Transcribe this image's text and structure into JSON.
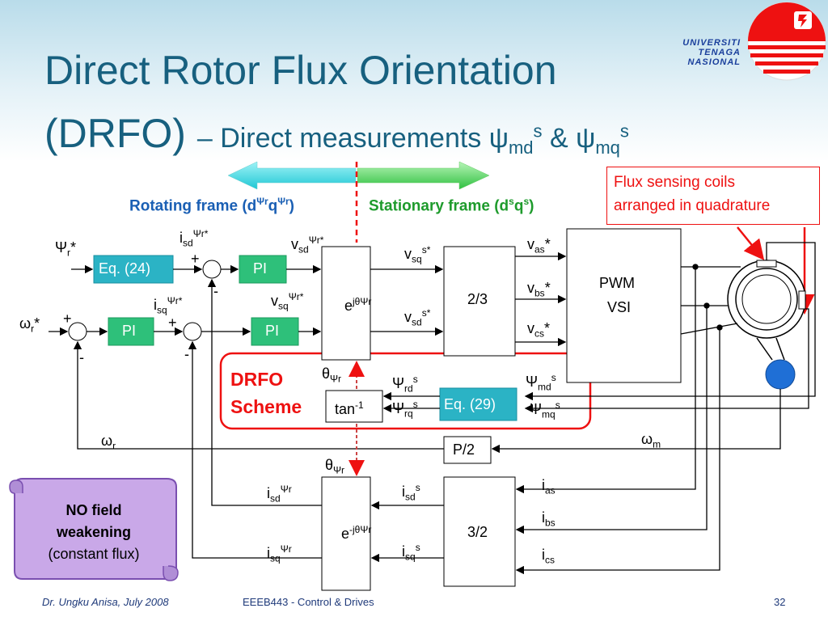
{
  "title": {
    "line1": "Direct Rotor Flux Orientation",
    "line2_main": "(DRFO) ",
    "line2_sub": "– Direct measurements ψ",
    "md": "md",
    "s1": "s",
    "amp": " & ψ",
    "mq": "mq",
    "s2": "s"
  },
  "logo": {
    "line1": "UNIVERSITI",
    "line2": "TENAGA",
    "line3": "NASIONAL"
  },
  "frames": {
    "rotating_pre": "Rotating frame (d",
    "rotating_post": ")",
    "stationary_pre": "Stationary frame (d",
    "stationary_post": ")",
    "psi_r": "Ψr",
    "q": "q",
    "s": "s",
    "qs": "q"
  },
  "flux_box": {
    "line1": "Flux sensing coils",
    "line2": "arranged in quadrature"
  },
  "blocks": {
    "eq24": "Eq. (24)",
    "pi": "PI",
    "ejtheta": "e",
    "ejtheta_sup": "jθΨr",
    "enjtheta_sup": "-jθΨr",
    "two_three": "2/3",
    "three_two": "3/2",
    "pwm": "PWM",
    "vsi": "VSI",
    "tan": "tan",
    "tan_sup": "-1",
    "eq29": "Eq. (29)",
    "p2": "P/2"
  },
  "signals": {
    "psi_r_star": "Ψ",
    "r": "r",
    "star": "*",
    "omega": "ω",
    "m": "m",
    "i": "i",
    "v": "v",
    "sd": "sd",
    "sq": "sq",
    "as": "as",
    "bs": "bs",
    "cs": "cs",
    "psi_r_sup": "Ψr*",
    "psi_r_plain": "Ψr",
    "s": "s",
    "s_star": "s*",
    "theta": "θ",
    "psi_sym": "Ψ",
    "rd": "rd",
    "rq": "rq",
    "md": "md",
    "mq": "mq",
    "plus": "+",
    "minus": "-"
  },
  "drfo_label": {
    "line1": "DRFO",
    "line2": "Scheme"
  },
  "scroll": {
    "line1": "NO field",
    "line2": "weakening",
    "line3": "(constant flux)"
  },
  "footer": {
    "author": "Dr. Ungku Anisa, July 2008",
    "course": "EEEB443 - Control & Drives",
    "page": "32"
  },
  "colors": {
    "title": "#17607f",
    "block": "#2bb3c5",
    "red": "#e11111",
    "scroll": "#c9a8e8",
    "rotor": "#1f6fd6"
  }
}
